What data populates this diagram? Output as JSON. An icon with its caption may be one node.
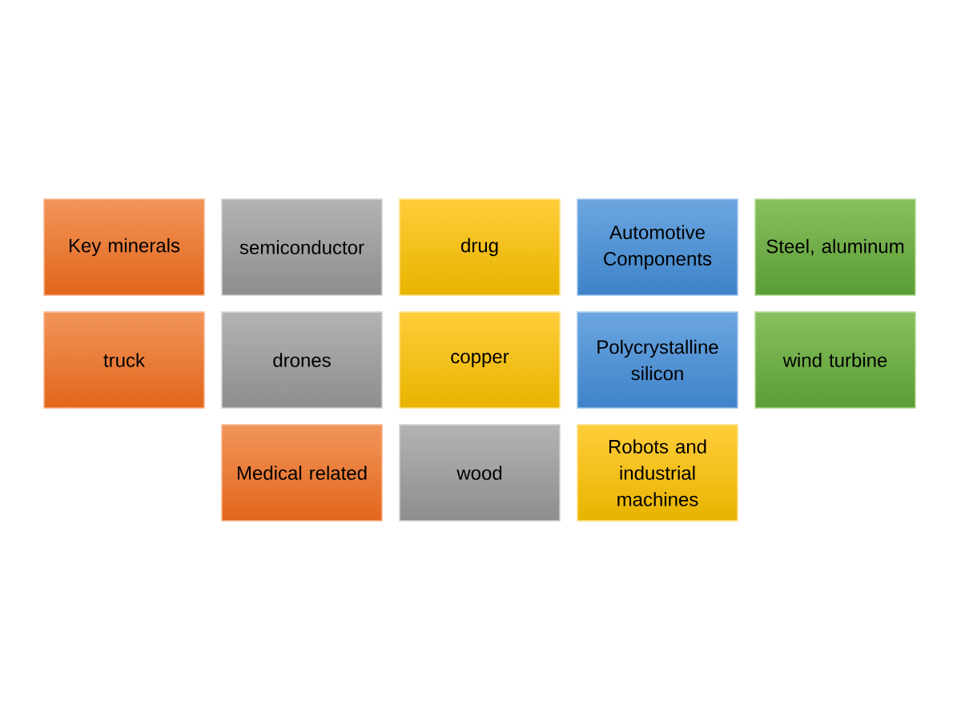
{
  "diagram": {
    "nodes": [
      {
        "text": [
          "Key minerals"
        ]
      },
      {
        "text": [
          "semiconductor"
        ]
      },
      {
        "text": [
          "drug"
        ]
      },
      {
        "text": [
          "Automotive Components"
        ]
      },
      {
        "text": [
          "Steel, aluminum"
        ]
      },
      {
        "text": [
          "truck"
        ]
      },
      {
        "text": [
          "drones"
        ]
      },
      {
        "text": [
          "copper"
        ]
      },
      {
        "text": [
          "Polycrystalline silicon"
        ]
      },
      {
        "text": [
          "wind turbine"
        ]
      },
      {
        "text": [
          "Medical related"
        ]
      },
      {
        "text": [
          "wood"
        ]
      },
      {
        "text": [
          "Robots and industrial machines"
        ]
      }
    ]
  }
}
